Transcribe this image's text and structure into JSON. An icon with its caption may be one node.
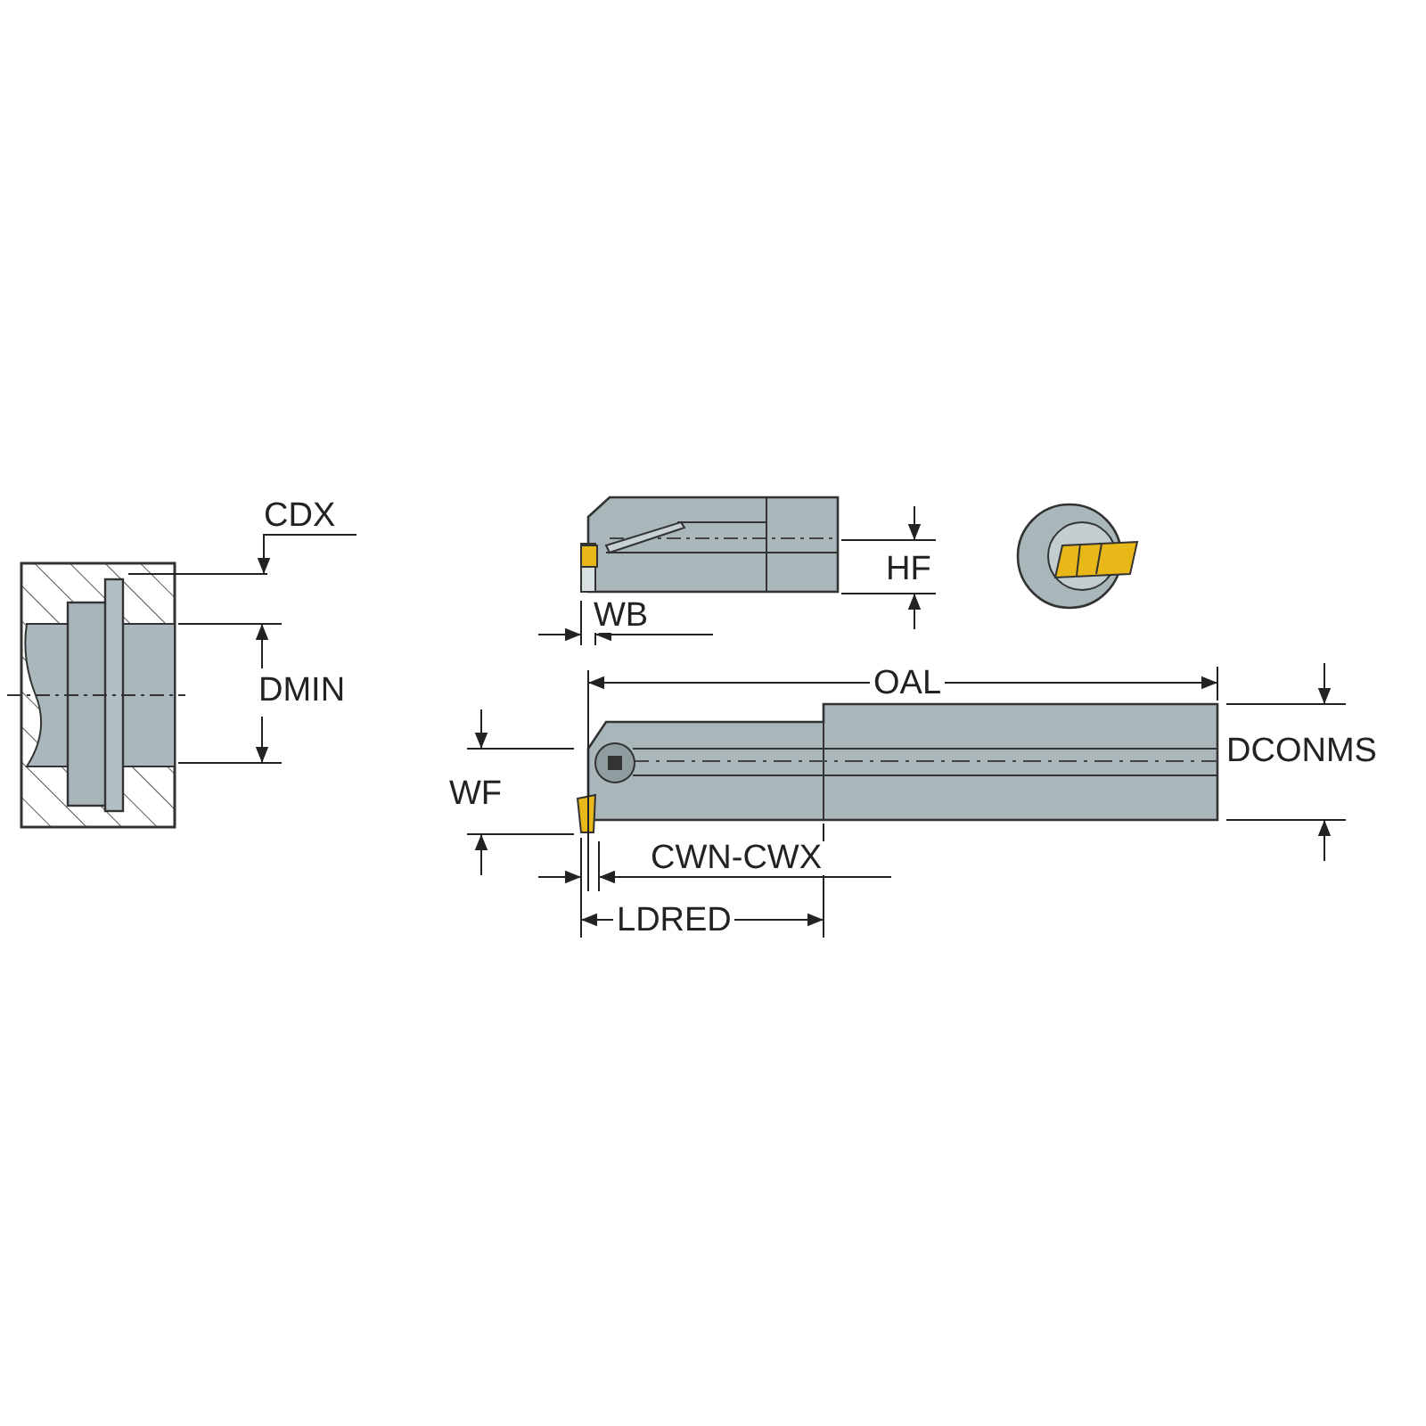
{
  "diagram": {
    "labels": [
      "CDX",
      "HF",
      "WB",
      "DMIN",
      "OAL",
      "DCONMS",
      "WF",
      "CWN-CWX",
      "LDRED"
    ]
  }
}
